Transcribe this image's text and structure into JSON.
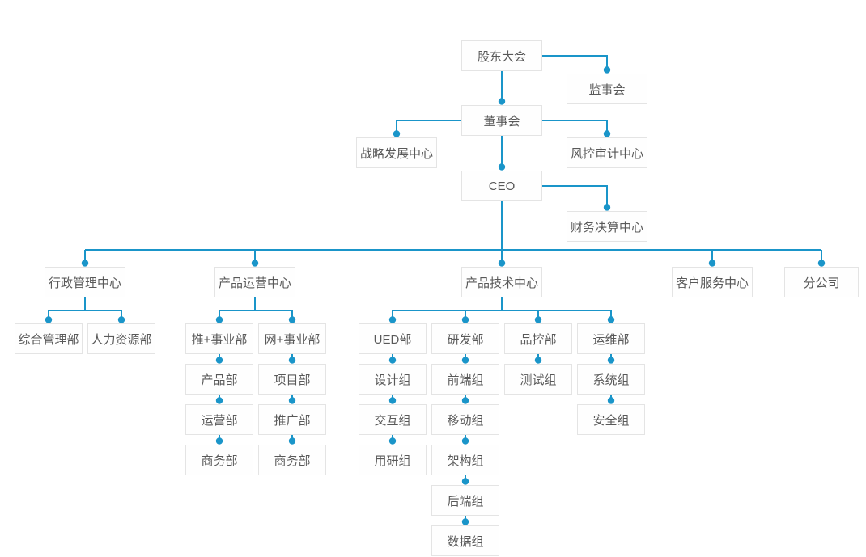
{
  "diagram": {
    "type": "organization-chart",
    "colors": {
      "connector_line": "#1a95c9",
      "connector_dot": "#1a95c9",
      "node_border": "#e4e4e4",
      "node_background": "#fefefe",
      "node_text": "#595959",
      "page_background": "#ffffff"
    }
  },
  "nodes": [
    {
      "id": "shareholders-meeting",
      "label": "股东大会",
      "parent": null
    },
    {
      "id": "supervisory-board",
      "label": "监事会",
      "parent": "shareholders-meeting"
    },
    {
      "id": "board-of-directors",
      "label": "董事会",
      "parent": "shareholders-meeting"
    },
    {
      "id": "strategic-development-center",
      "label": "战略发展中心",
      "parent": "board-of-directors"
    },
    {
      "id": "risk-audit-center",
      "label": "风控审计中心",
      "parent": "board-of-directors"
    },
    {
      "id": "ceo",
      "label": "CEO",
      "parent": "board-of-directors"
    },
    {
      "id": "financial-settlement-center",
      "label": "财务决算中心",
      "parent": "ceo"
    },
    {
      "id": "administration-center",
      "label": "行政管理中心",
      "parent": "ceo"
    },
    {
      "id": "product-operation-center",
      "label": "产品运营中心",
      "parent": "ceo"
    },
    {
      "id": "product-technology-center",
      "label": "产品技术中心",
      "parent": "ceo"
    },
    {
      "id": "customer-service-center",
      "label": "客户服务中心",
      "parent": "ceo"
    },
    {
      "id": "branch-company",
      "label": "分公司",
      "parent": "ceo"
    },
    {
      "id": "general-management-dept",
      "label": "综合管理部",
      "parent": "administration-center"
    },
    {
      "id": "human-resources-dept",
      "label": "人力资源部",
      "parent": "administration-center"
    },
    {
      "id": "tui-plus-business-dept",
      "label": "推+事业部",
      "parent": "product-operation-center"
    },
    {
      "id": "wang-plus-business-dept",
      "label": "网+事业部",
      "parent": "product-operation-center"
    },
    {
      "id": "product-dept",
      "label": "产品部",
      "parent": "tui-plus-business-dept"
    },
    {
      "id": "project-dept",
      "label": "项目部",
      "parent": "wang-plus-business-dept"
    },
    {
      "id": "operation-dept",
      "label": "运营部",
      "parent": "product-dept"
    },
    {
      "id": "promotion-dept",
      "label": "推广部",
      "parent": "project-dept"
    },
    {
      "id": "business-dept-1",
      "label": "商务部",
      "parent": "operation-dept"
    },
    {
      "id": "business-dept-2",
      "label": "商务部",
      "parent": "promotion-dept"
    },
    {
      "id": "ued-dept",
      "label": "UED部",
      "parent": "product-technology-center"
    },
    {
      "id": "rd-dept",
      "label": "研发部",
      "parent": "product-technology-center"
    },
    {
      "id": "quality-control-dept",
      "label": "品控部",
      "parent": "product-technology-center"
    },
    {
      "id": "ops-maintenance-dept",
      "label": "运维部",
      "parent": "product-technology-center"
    },
    {
      "id": "design-group",
      "label": "设计组",
      "parent": "ued-dept"
    },
    {
      "id": "frontend-group",
      "label": "前端组",
      "parent": "rd-dept"
    },
    {
      "id": "testing-group",
      "label": "测试组",
      "parent": "quality-control-dept"
    },
    {
      "id": "system-group",
      "label": "系统组",
      "parent": "ops-maintenance-dept"
    },
    {
      "id": "interaction-group",
      "label": "交互组",
      "parent": "design-group"
    },
    {
      "id": "mobile-group",
      "label": "移动组",
      "parent": "frontend-group"
    },
    {
      "id": "security-group",
      "label": "安全组",
      "parent": "system-group"
    },
    {
      "id": "user-research-group",
      "label": "用研组",
      "parent": "interaction-group"
    },
    {
      "id": "architecture-group",
      "label": "架构组",
      "parent": "mobile-group"
    },
    {
      "id": "backend-group",
      "label": "后端组",
      "parent": "architecture-group"
    },
    {
      "id": "data-group",
      "label": "数据组",
      "parent": "backend-group"
    }
  ]
}
